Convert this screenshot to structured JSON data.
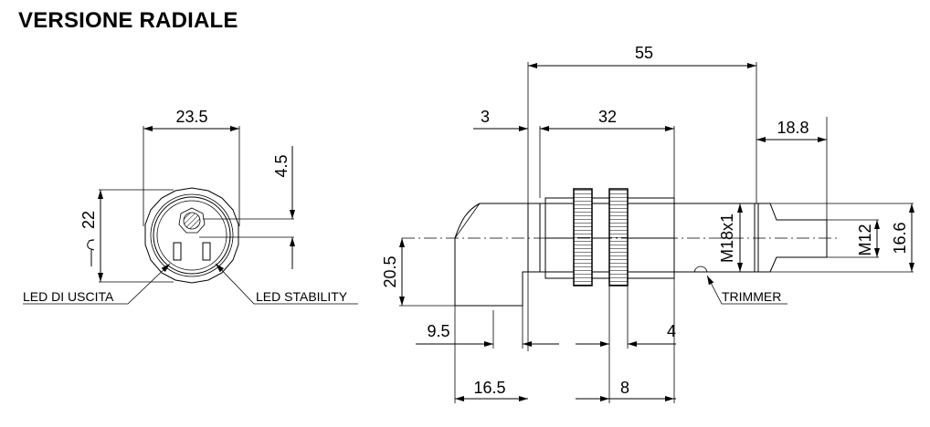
{
  "title": "VERSIONE RADIALE",
  "front_view": {
    "dim_width": "23.5",
    "dim_height": "22",
    "dim_offset": "4.5",
    "label_led_output": "LED DI USCITA",
    "label_led_stability": "LED STABILITY"
  },
  "side_view": {
    "dim_total": "55",
    "dim_flange": "3",
    "dim_thread_len": "32",
    "dim_connector": "18.8",
    "dim_thread": "M18x1",
    "dim_connector_thread": "M12",
    "dim_connector_dia": "16.6",
    "dim_housing_height": "20.5",
    "dim_9_5": "9.5",
    "dim_16_5": "16.5",
    "dim_nut": "4",
    "dim_nuts": "8",
    "label_trimmer": "TRIMMER"
  }
}
